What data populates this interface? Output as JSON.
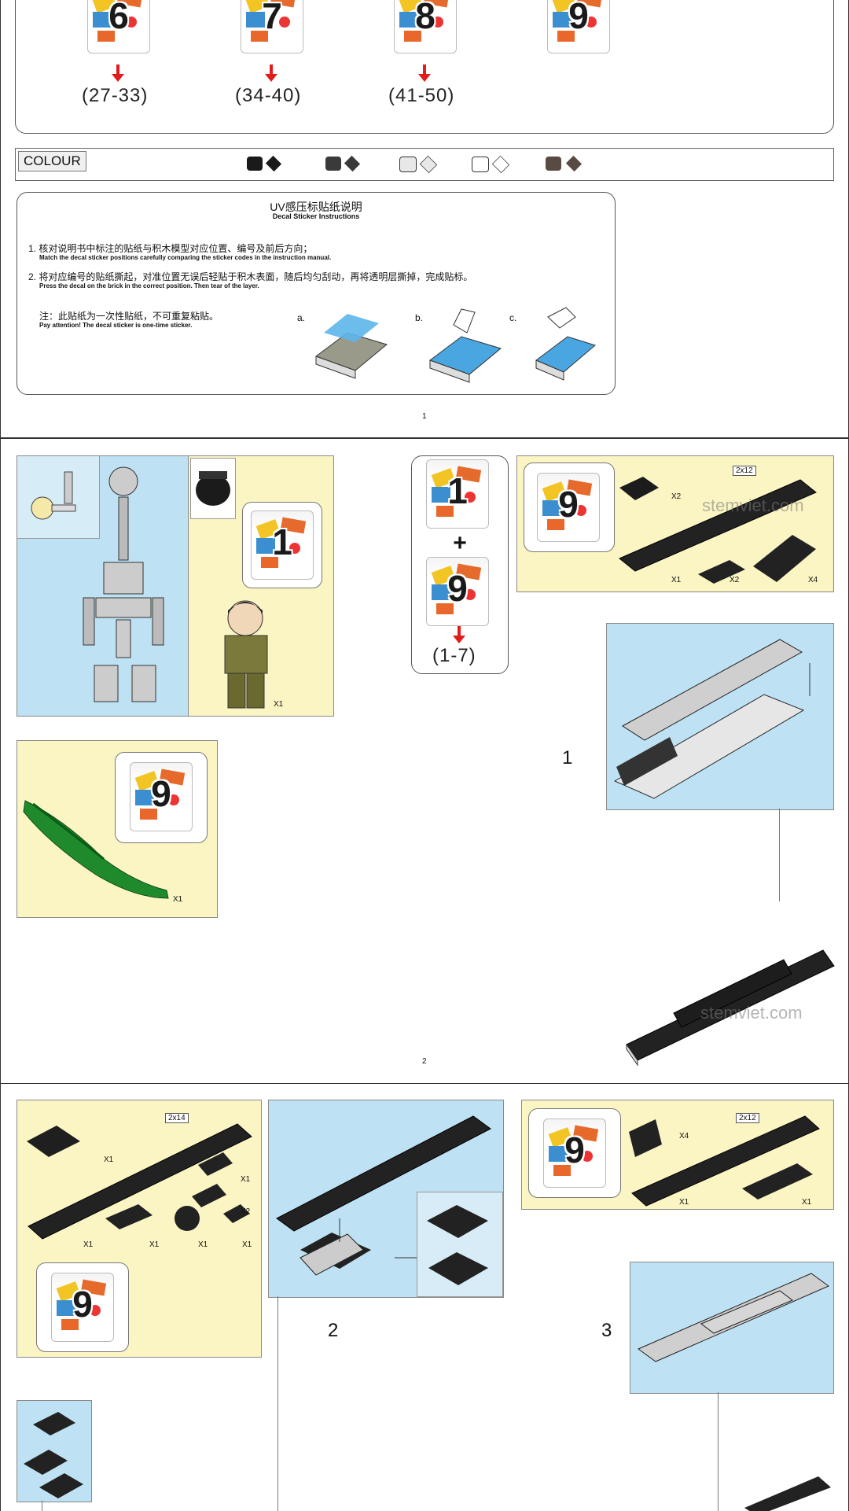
{
  "page1": {
    "bags": [
      {
        "number": "6",
        "range": "(27-33)"
      },
      {
        "number": "7",
        "range": "(34-40)"
      },
      {
        "number": "8",
        "range": "(41-50)"
      },
      {
        "number": "9",
        "range": ""
      }
    ],
    "colour_label": "COLOUR",
    "colour_swatches": [
      "#1a1a1a",
      "#3a3a3a",
      "#e8e8e8",
      "#ffffff",
      "#5a4a44"
    ],
    "decal": {
      "title": "UV感压标贴纸说明",
      "subtitle": "Decal Sticker Instructions",
      "step1_cn": "1. 核对说明书中标注的贴纸与积木模型对应位置、编号及前后方向；",
      "step1_en": "Match the decal sticker positions carefully comparing the sticker codes in the  instruction manual.",
      "step2_cn": "2. 将对应编号的贴纸撕起，对准位置无误后轻贴于积木表面，随后均匀刮动，再将透明层撕掉，完成贴标。",
      "step2_en": "Press the decal on the brick in the correct position. Then tear of the layer.",
      "note_cn": "注：此贴纸为一次性贴纸，不可重复粘贴。",
      "note_en": "Pay attention! The decal sticker is one-time sticker.",
      "letters": [
        "a.",
        "b.",
        "c."
      ]
    },
    "page_number": "1"
  },
  "page2": {
    "figure_bag": "1",
    "figure_qty": "X1",
    "combo_bag_top": "1",
    "combo_plus": "+",
    "combo_bag_bottom": "9",
    "combo_range": "(1-7)",
    "parts_bag": "9",
    "parts_tag": "2x12",
    "parts_qty": [
      "X2",
      "X1",
      "X2",
      "X4"
    ],
    "croc_bag": "9",
    "croc_qty": "X1",
    "step": "1",
    "watermark": "stemviet.com",
    "page_number": "2"
  },
  "page3": {
    "left_tag": "2x14",
    "left_qty": [
      "X1",
      "X1",
      "X2",
      "X1",
      "X1",
      "X1",
      "X1"
    ],
    "left_bag": "9",
    "right_bag": "9",
    "right_tag": "2x12",
    "right_qty": [
      "X4",
      "X1",
      "X1"
    ],
    "step2": "2",
    "step3": "3"
  }
}
